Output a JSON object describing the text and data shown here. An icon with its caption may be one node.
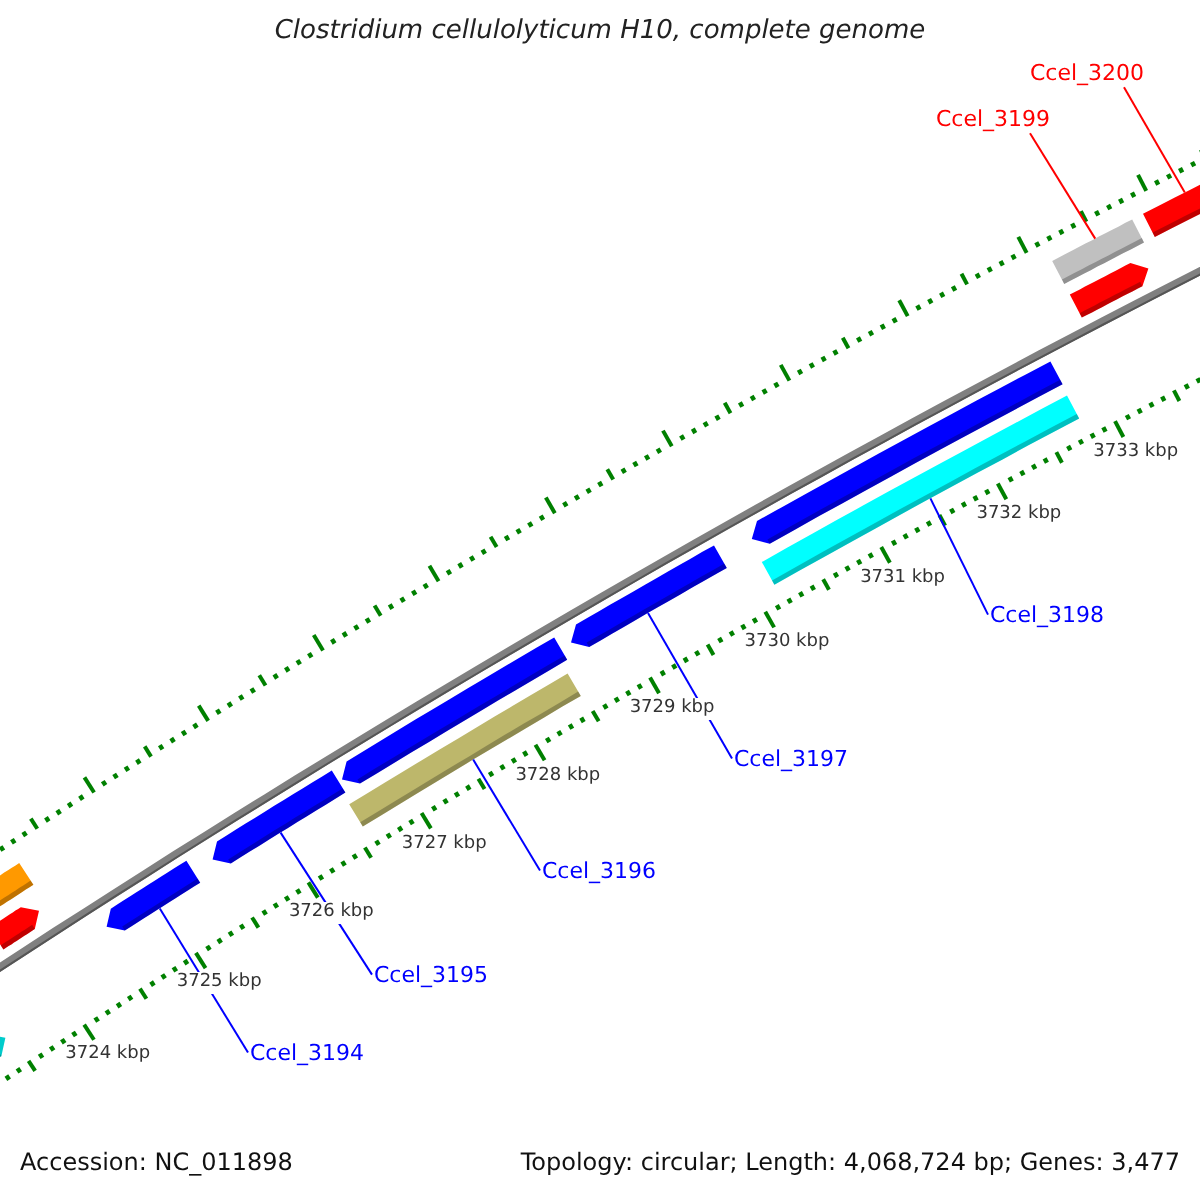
{
  "diagram": {
    "title": "Clostridium cellulolyticum H10, complete genome",
    "nodes": [
      {
        "text": [
          "Ccel_3200"
        ]
      },
      {
        "text": [
          "Ccel_3199"
        ]
      },
      {
        "text": [
          "Ccel_3198"
        ]
      },
      {
        "text": [
          "Ccel_3197"
        ]
      },
      {
        "text": [
          "Ccel_3196"
        ]
      },
      {
        "text": [
          "Ccel_3195"
        ]
      },
      {
        "text": [
          "Ccel_3194"
        ]
      },
      {
        "text": [],
        "shape": "bar"
      },
      {
        "text": [],
        "shape": "bar"
      },
      {
        "text": [],
        "shape": "bar"
      },
      {
        "text": [],
        "shape": "bar"
      },
      {
        "text": [],
        "shape": "bar"
      },
      {
        "text": [],
        "shape": "bar"
      },
      {
        "text": [],
        "shape": "bar"
      },
      {
        "text": [],
        "shape": "bar"
      },
      {
        "text": [],
        "shape": "bar"
      },
      {
        "text": [],
        "shape": "bar"
      },
      {
        "text": [],
        "shape": "bar"
      },
      {
        "text": [],
        "shape": "bar"
      },
      {
        "text": [],
        "shape": "bar"
      }
    ],
    "edges": [
      {
        "from": 0,
        "to": 19,
        "arrow": "none",
        "color": "#ff0000"
      },
      {
        "from": 1,
        "to": 17,
        "arrow": "none",
        "color": "#ff0000"
      },
      {
        "from": 2,
        "to": 15,
        "arrow": "none"
      },
      {
        "from": 3,
        "to": 14,
        "arrow": "none"
      },
      {
        "from": 4,
        "to": 12,
        "arrow": "none"
      },
      {
        "from": 5,
        "to": 11,
        "arrow": "none"
      },
      {
        "from": 6,
        "to": 10,
        "arrow": "none"
      }
    ],
    "labels": [
      "3733 kbp",
      "3732 kbp",
      "3731 kbp",
      "3730 kbp",
      "3729 kbp",
      "3728 kbp",
      "3727 kbp",
      "3726 kbp",
      "3725 kbp",
      "3724 kbp",
      "Accession: NC_011898",
      "Topology: circular; Length: 4,068,724 bp; Genes: 3,477"
    ]
  }
}
